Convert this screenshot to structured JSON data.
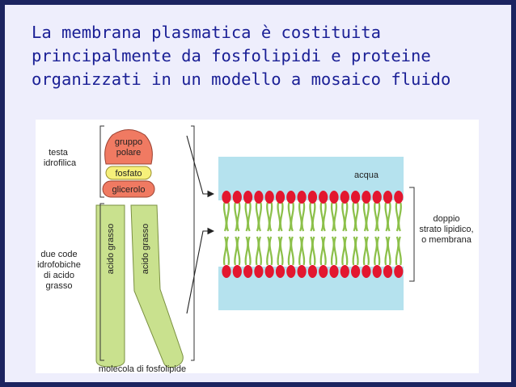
{
  "slide": {
    "title_lines": [
      "La membrana plasmatica è costituita",
      "principalmente da fosfolipidi e proteine",
      "organizzati in un modello a mosaico fluido"
    ]
  },
  "diagram": {
    "labels": {
      "testa_idrofilica": [
        "testa",
        "idrofilica"
      ],
      "gruppo_polare": [
        "gruppo",
        "polare"
      ],
      "fosfato": "fosfato",
      "glicerolo": "glicerolo",
      "acido_grasso": "acido grasso",
      "due_code": [
        "due code",
        "idrofobiche",
        "di acido",
        "grasso"
      ],
      "molecola": "molecola di fosfolipide",
      "acqua": "acqua",
      "doppio_strato": [
        "doppio",
        "strato lipidico,",
        "o membrana"
      ]
    },
    "colors": {
      "head": "#f07a62",
      "phosphate": "#f6f07a",
      "glycerol": "#f07a62",
      "tail": "#c9e18e",
      "water": "#b5e2ee",
      "bead": "#e3172f",
      "bilayer_tail": "#8cc04a"
    }
  }
}
